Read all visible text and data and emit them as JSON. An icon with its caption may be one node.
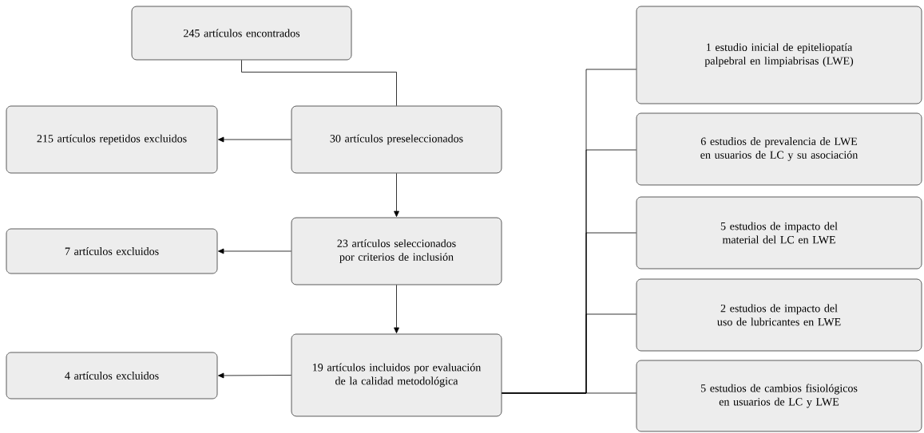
{
  "diagram": {
    "nodes": [
      {
        "text": [
          "245 artículos encontrados"
        ]
      },
      {
        "text": [
          "30 artículos preseleccionados"
        ]
      },
      {
        "text": [
          "215 artículos repetidos excluidos"
        ]
      },
      {
        "text": [
          "23 artículos seleccionados por criterios de inclusión"
        ]
      },
      {
        "text": [
          "7 artículos excluidos"
        ]
      },
      {
        "text": [
          "19 artículos incluidos por evaluación de la calidad metodológica"
        ]
      },
      {
        "text": [
          "4 artículos excluidos"
        ]
      },
      {
        "text": [
          "1 estudio inicial de epiteliopatía palpebral en limpiabrisas (LWE)"
        ]
      },
      {
        "text": [
          "6 estudios de prevalencia de LWE en usuarios de LC y su asociación"
        ]
      },
      {
        "text": [
          "5 estudios de impacto del material del LC en LWE"
        ]
      },
      {
        "text": [
          "2 estudios de impacto del uso de lubricantes en LWE"
        ]
      },
      {
        "text": [
          "5 estudios de cambios fisiológicos en usuarios de LC y LWE"
        ]
      }
    ],
    "edges": [
      {
        "from": 0,
        "to": 1,
        "arrow": "none"
      },
      {
        "from": 1,
        "to": 2,
        "arrow": "to"
      },
      {
        "from": 1,
        "to": 3,
        "arrow": "to"
      },
      {
        "from": 3,
        "to": 4,
        "arrow": "to"
      },
      {
        "from": 3,
        "to": 5,
        "arrow": "to"
      },
      {
        "from": 5,
        "to": 6,
        "arrow": "to"
      },
      {
        "from": 5,
        "to": 7,
        "arrow": "none"
      },
      {
        "from": 5,
        "to": 8,
        "arrow": "none"
      },
      {
        "from": 5,
        "to": 9,
        "arrow": "none"
      },
      {
        "from": 5,
        "to": 10,
        "arrow": "none"
      },
      {
        "from": 5,
        "to": 11,
        "arrow": "none"
      }
    ]
  }
}
